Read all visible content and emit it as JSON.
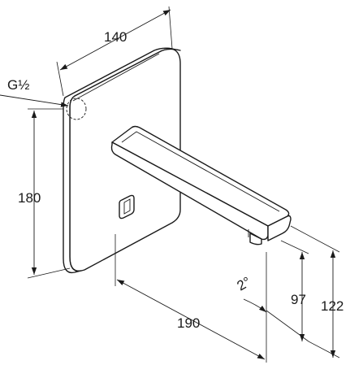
{
  "drawing": {
    "dimensions": {
      "width": "140",
      "height": "180",
      "projection": "190",
      "outlet_height": "97",
      "overall_height": "122",
      "angle": "2°",
      "thread": "G½"
    }
  }
}
